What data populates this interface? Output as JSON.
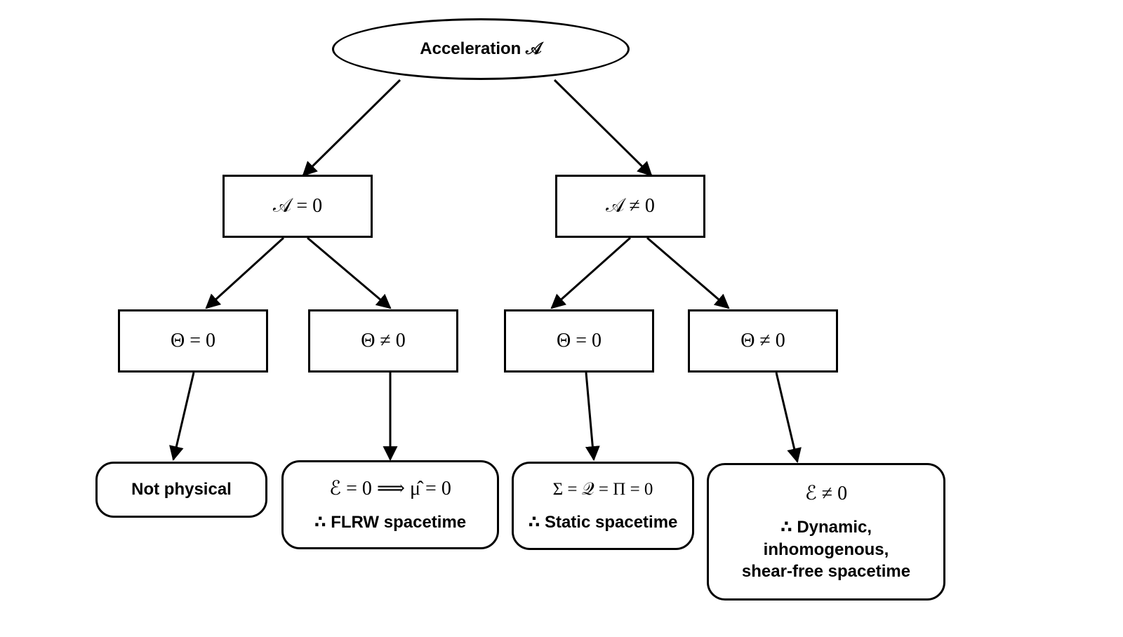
{
  "root": {
    "label": "Acceleration 𝒜"
  },
  "level1": {
    "left": {
      "label": "𝒜 = 0"
    },
    "right": {
      "label": "𝒜 ≠ 0"
    }
  },
  "level2": {
    "ll": {
      "label": "Θ = 0"
    },
    "lr": {
      "label": "Θ ≠ 0"
    },
    "rl": {
      "label": "Θ = 0"
    },
    "rr": {
      "label": "Θ ≠ 0"
    }
  },
  "outcomes": {
    "not_physical": {
      "label": "Not physical"
    },
    "flrw": {
      "equation": "ℰ = 0  ⟹  μ̂ = 0",
      "conclusion": "∴ FLRW spacetime"
    },
    "static": {
      "equation": "Σ = 𝒬 = Π = 0",
      "conclusion": "∴ Static spacetime"
    },
    "dynamic": {
      "equation": "ℰ ≠ 0",
      "conclusion_lines": [
        "∴ Dynamic,",
        "inhomogenous,",
        "shear-free spacetime"
      ]
    }
  }
}
